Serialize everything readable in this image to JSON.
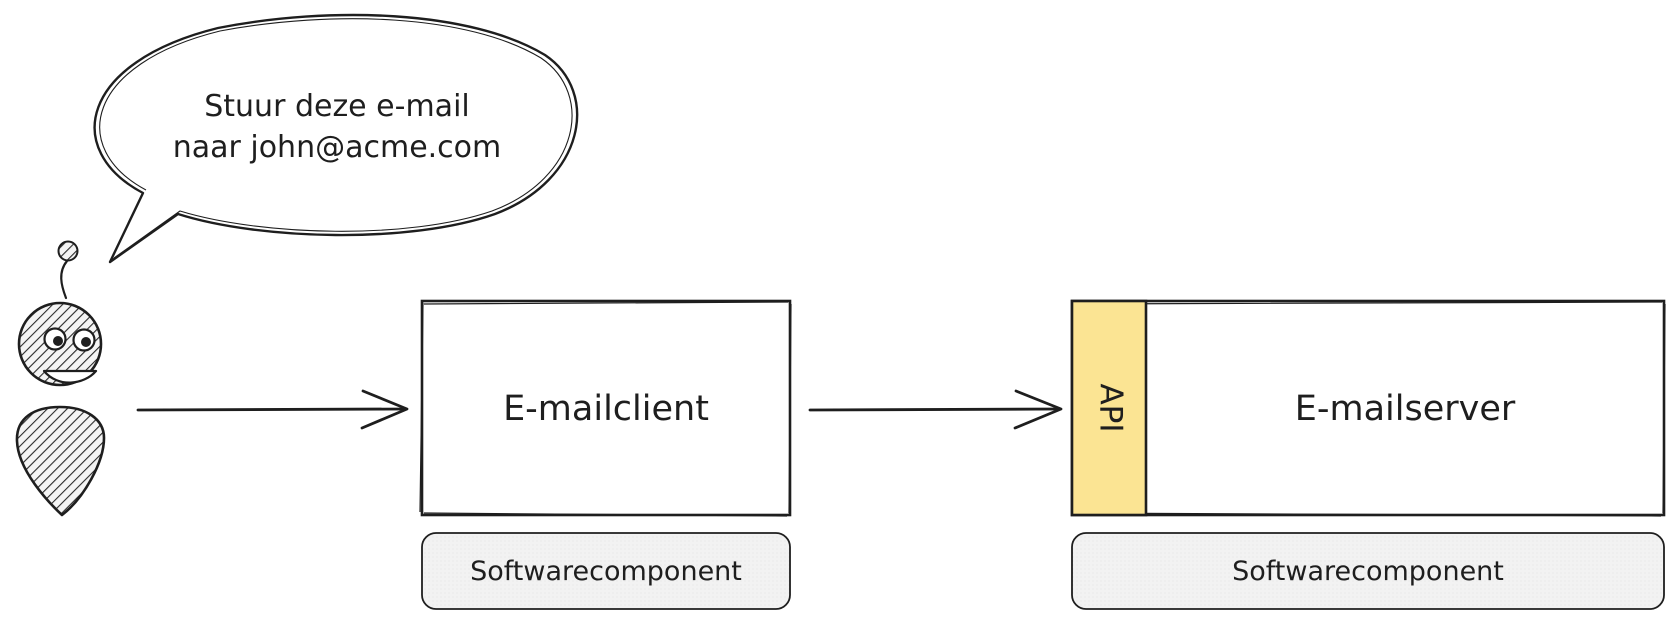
{
  "speech_bubble": {
    "lines": [
      "Stuur deze e-mail",
      "naar john@acme.com"
    ]
  },
  "client_box": {
    "title": "E-mailclient",
    "type_label": "Softwarecomponent"
  },
  "server_box": {
    "title": "E-mailserver",
    "type_label": "Softwarecomponent",
    "api_label": "API"
  },
  "colors": {
    "stroke": "#1e1e1e",
    "api_fill": "#fbe493",
    "label_fill": "#f1f1f1",
    "hatch": "#2a2a2a"
  },
  "icons": {
    "actor": "robot-user-icon"
  }
}
